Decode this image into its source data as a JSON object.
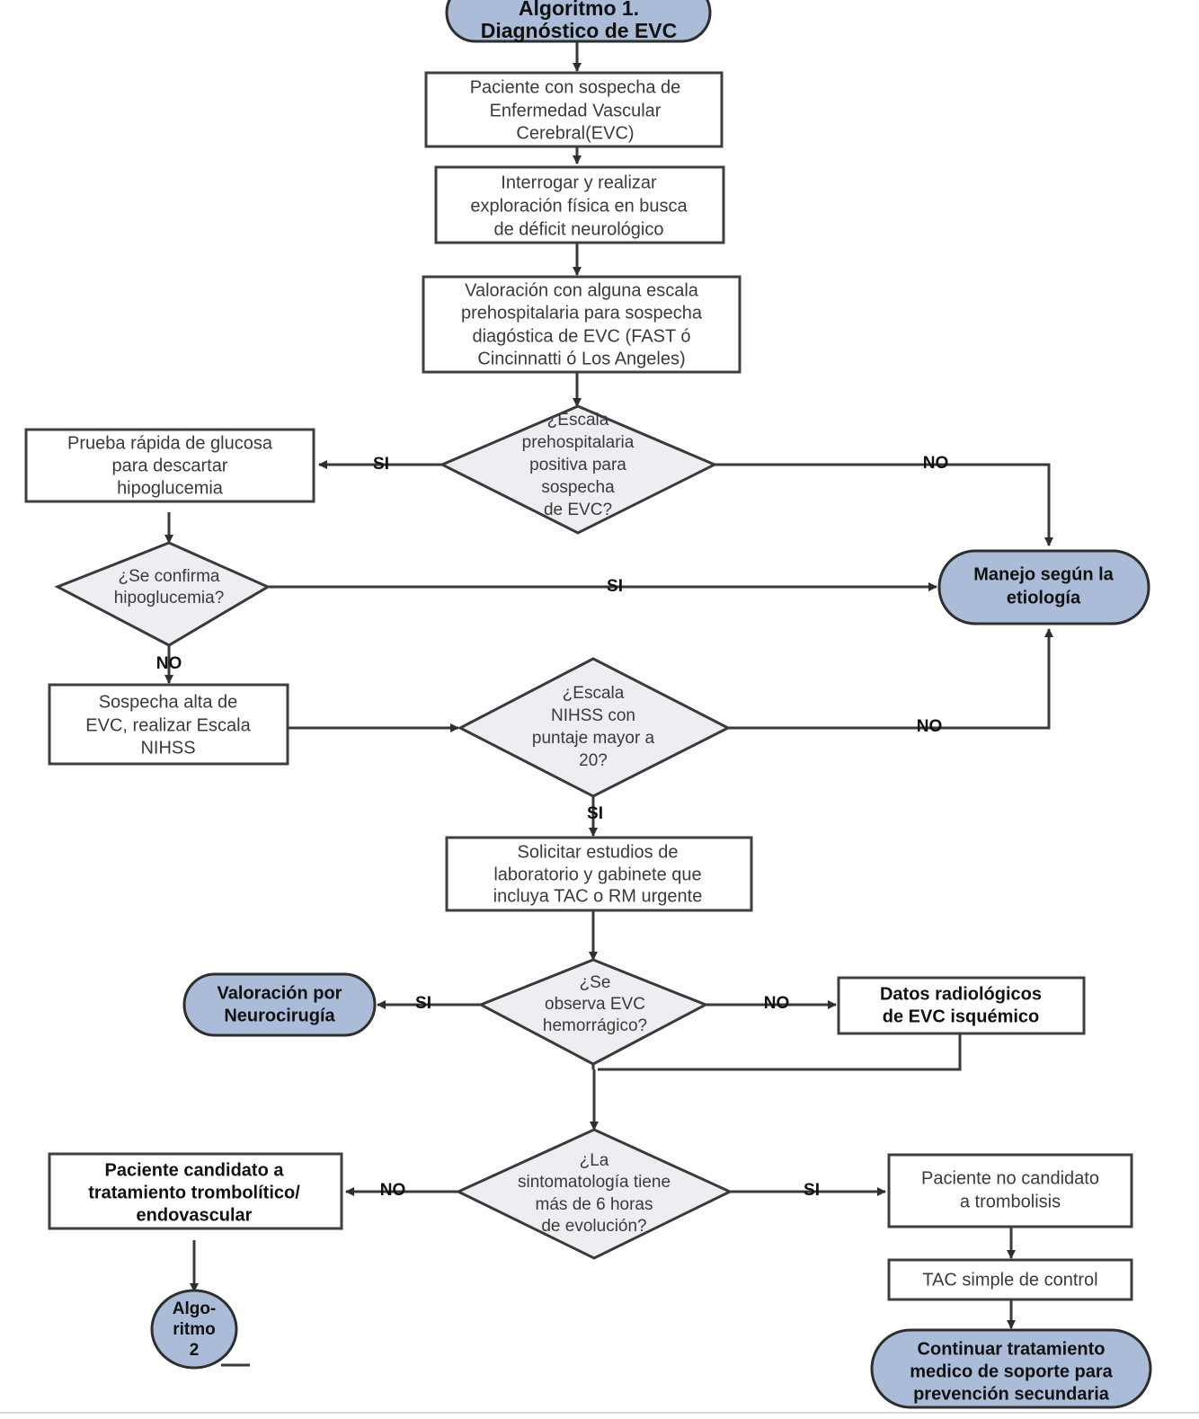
{
  "diagram": {
    "title": "Algoritmo 1. Diagnóstico de EVC",
    "colors": {
      "terminator_fill": "#aabcd7",
      "decision_fill": "#efedf2",
      "process_fill": "#ffffff",
      "stroke": "#3a3a3a",
      "text": "#3a3a3a"
    },
    "nodes": {
      "start": {
        "id": "start",
        "shape": "rounded-terminator",
        "lines": [
          "Algoritmo 1.",
          "Diagnóstico de EVC"
        ]
      },
      "p1": {
        "id": "p1",
        "shape": "process",
        "lines": [
          "Paciente con sospecha de",
          "Enfermedad Vascular",
          "Cerebral(EVC)"
        ]
      },
      "p2": {
        "id": "p2",
        "shape": "process",
        "lines": [
          "Interrogar y realizar",
          "exploración física en busca",
          "de déficit neurológico"
        ]
      },
      "p3": {
        "id": "p3",
        "shape": "process",
        "lines": [
          "Valoración con alguna escala",
          "prehospitalaria para sospecha",
          "diagóstica de EVC (FAST ó",
          "Cincinnatti ó Los Angeles)"
        ]
      },
      "d1": {
        "id": "d1",
        "shape": "decision",
        "lines": [
          "¿Escala",
          "prehospitalaria",
          "positiva para",
          "sospecha",
          "de EVC?"
        ]
      },
      "p4": {
        "id": "p4",
        "shape": "process",
        "lines": [
          "Prueba rápida de glucosa",
          "para descartar",
          "hipoglucemia"
        ]
      },
      "d2": {
        "id": "d2",
        "shape": "decision",
        "lines": [
          "¿Se confirma",
          "hipoglucemia?"
        ]
      },
      "t1": {
        "id": "t1",
        "shape": "rounded-terminator",
        "lines": [
          "Manejo según la",
          "etiología"
        ]
      },
      "p5": {
        "id": "p5",
        "shape": "process",
        "lines": [
          "Sospecha alta de",
          "EVC, realizar Escala",
          "NIHSS"
        ]
      },
      "d3": {
        "id": "d3",
        "shape": "decision",
        "lines": [
          "¿Escala",
          "NIHSS con",
          "puntaje mayor a",
          "20?"
        ]
      },
      "p6": {
        "id": "p6",
        "shape": "process",
        "lines": [
          "Solicitar estudios de",
          "laboratorio y gabinete que",
          "incluya TAC o RM urgente"
        ]
      },
      "d4": {
        "id": "d4",
        "shape": "decision",
        "lines": [
          "¿Se",
          "observa EVC",
          "hemorrágico?"
        ]
      },
      "t2": {
        "id": "t2",
        "shape": "rounded-terminator",
        "lines": [
          "Valoración por",
          "Neurocirugía"
        ]
      },
      "p7": {
        "id": "p7",
        "shape": "process",
        "lines": [
          "Datos radiológicos",
          "de EVC isquémico"
        ]
      },
      "d5": {
        "id": "d5",
        "shape": "decision",
        "lines": [
          "¿La",
          "sintomatología tiene",
          "más de 6 horas",
          "de evolución?"
        ]
      },
      "p8": {
        "id": "p8",
        "shape": "process",
        "lines": [
          "Paciente candidato a",
          "tratamiento trombolítico/",
          "endovascular"
        ]
      },
      "c1": {
        "id": "c1",
        "shape": "circle",
        "lines": [
          "Algo-",
          "ritmo",
          "2"
        ]
      },
      "p9": {
        "id": "p9",
        "shape": "process",
        "lines": [
          "Paciente no candidato",
          "a trombolisis"
        ]
      },
      "p10": {
        "id": "p10",
        "shape": "process",
        "lines": [
          "TAC simple de control"
        ]
      },
      "t3": {
        "id": "t3",
        "shape": "rounded-terminator",
        "lines": [
          "Continuar tratamiento",
          "medico de soporte para",
          "prevención secundaria"
        ]
      }
    },
    "edge_labels": {
      "d1_yes": "SI",
      "d1_no": "NO",
      "d2_yes": "SI",
      "d2_no": "NO",
      "d3_yes": "SI",
      "d3_no": "NO",
      "d4_yes": "SI",
      "d4_no": "NO",
      "d5_yes": "SI",
      "d5_no": "NO"
    }
  }
}
